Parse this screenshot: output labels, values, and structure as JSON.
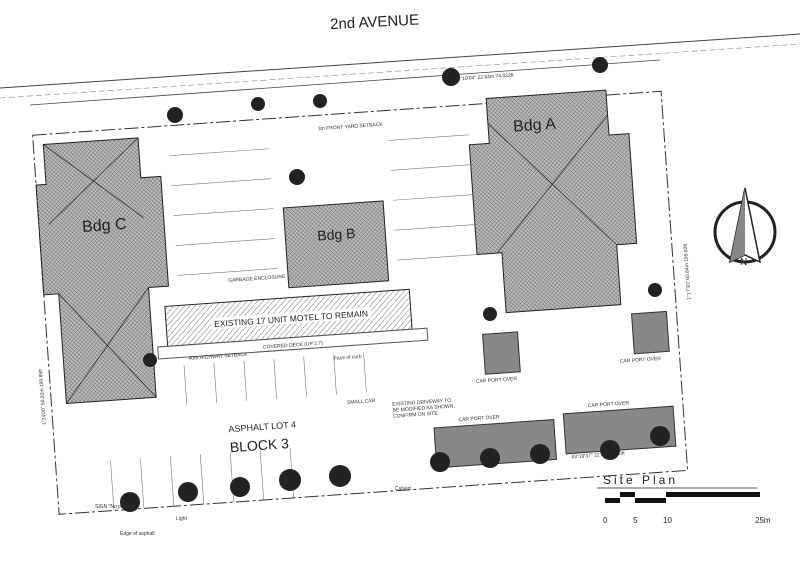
{
  "street": "2nd AVENUE",
  "buildings": {
    "a": "Bdg A",
    "b": "Bdg B",
    "c": "Bdg C",
    "motel": "EXISTING 17 UNIT MOTEL TO REMAIN",
    "deck": "COVERED DECK (UP 2.7)"
  },
  "lot": {
    "asphalt": "ASPHALT LOT 4",
    "block": "BLOCK 3",
    "driveway_note": [
      "EXISTING DRIVEWAY TO",
      "BE MODIFIED AS SHOWN,",
      "CONFIRM ON SITE"
    ]
  },
  "notes": {
    "front_setback": "3m FRONT YARD SETBACK",
    "highway_setback": "40m HIGHWAY SETBACK",
    "garbage": "GARBAGE ENCLOSURE",
    "small_car": "SMALL CAR",
    "carport": "CAR PORT OVER",
    "face_of_curb": "Face of curb",
    "edge_of_asphalt": "Edge of asphalt",
    "culvert": "Culvert",
    "sign_no_parking": "SIGN \"No parking\"",
    "light": "Light",
    "bearing_top": "83°19'04\" 22.84m 74.832ft",
    "bearing_right": "1°17'30\" 60.84m 199.82ft",
    "bearing_left": "1°24'00\" 60.92m 199.85ft",
    "bearing_bottom": "83°19'37\" 22.88m 75.0ft"
  },
  "north_arrow": "N",
  "title": "Site Plan",
  "scale": {
    "labels": [
      "0",
      "5",
      "10",
      "25m"
    ]
  }
}
